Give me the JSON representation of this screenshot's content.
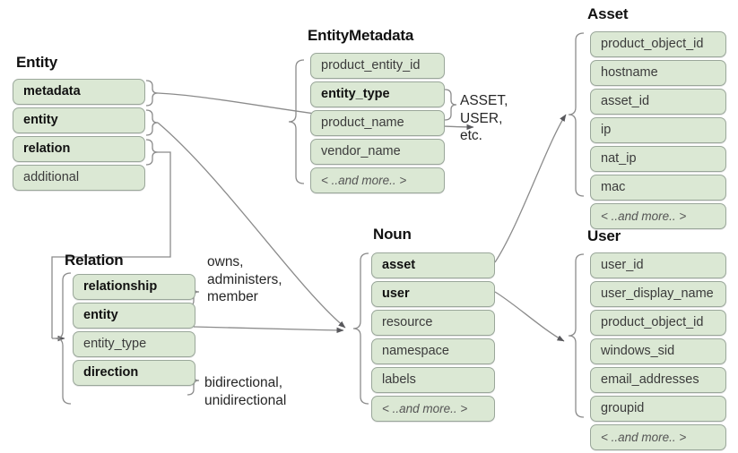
{
  "diagram": {
    "title_hidden": "",
    "background": "#ffffff",
    "box_fill": "#dbe8d4",
    "box_border": "#9aa79a",
    "line_color": "#6b6b6b"
  },
  "groups": [
    {
      "id": "entity",
      "title": "Entity",
      "rows": [
        {
          "label": "metadata",
          "emphasis": true
        },
        {
          "label": "entity",
          "emphasis": true
        },
        {
          "label": "relation",
          "emphasis": true
        },
        {
          "label": "additional",
          "emphasis": false
        }
      ]
    },
    {
      "id": "entity-metadata",
      "title": "EntityMetadata",
      "rows": [
        {
          "label": "product_entity_id",
          "emphasis": false
        },
        {
          "label": "entity_type",
          "emphasis": true
        },
        {
          "label": "product_name",
          "emphasis": false
        },
        {
          "label": "vendor_name",
          "emphasis": false
        },
        {
          "label": "< ..and more.. >",
          "emphasis": false,
          "more": true
        }
      ]
    },
    {
      "id": "asset",
      "title": "Asset",
      "rows": [
        {
          "label": "product_object_id",
          "emphasis": false
        },
        {
          "label": "hostname",
          "emphasis": false
        },
        {
          "label": "asset_id",
          "emphasis": false
        },
        {
          "label": "ip",
          "emphasis": false
        },
        {
          "label": "nat_ip",
          "emphasis": false
        },
        {
          "label": "mac",
          "emphasis": false
        },
        {
          "label": "< ..and more.. >",
          "emphasis": false,
          "more": true
        }
      ]
    },
    {
      "id": "user",
      "title": "User",
      "rows": [
        {
          "label": "user_id",
          "emphasis": false
        },
        {
          "label": "user_display_name",
          "emphasis": false
        },
        {
          "label": "product_object_id",
          "emphasis": false
        },
        {
          "label": "windows_sid",
          "emphasis": false
        },
        {
          "label": "email_addresses",
          "emphasis": false
        },
        {
          "label": "groupid",
          "emphasis": false
        },
        {
          "label": "< ..and more.. >",
          "emphasis": false,
          "more": true
        }
      ]
    },
    {
      "id": "noun",
      "title": "Noun",
      "rows": [
        {
          "label": "asset",
          "emphasis": true
        },
        {
          "label": "user",
          "emphasis": true
        },
        {
          "label": "resource",
          "emphasis": false
        },
        {
          "label": "namespace",
          "emphasis": false
        },
        {
          "label": "labels",
          "emphasis": false
        },
        {
          "label": "< ..and more.. >",
          "emphasis": false,
          "more": true
        }
      ]
    },
    {
      "id": "relation",
      "title": "Relation",
      "rows": [
        {
          "label": "relationship",
          "emphasis": true
        },
        {
          "label": "entity",
          "emphasis": true
        },
        {
          "label": "entity_type",
          "emphasis": false
        },
        {
          "label": "direction",
          "emphasis": true
        }
      ]
    }
  ],
  "annotations": [
    {
      "id": "entity-type-values",
      "text": "ASSET,\nUSER,\netc."
    },
    {
      "id": "relationship-values",
      "text": "owns,\nadministers,\nmember"
    },
    {
      "id": "direction-values",
      "text": "bidirectional,\nunidirectional"
    }
  ]
}
